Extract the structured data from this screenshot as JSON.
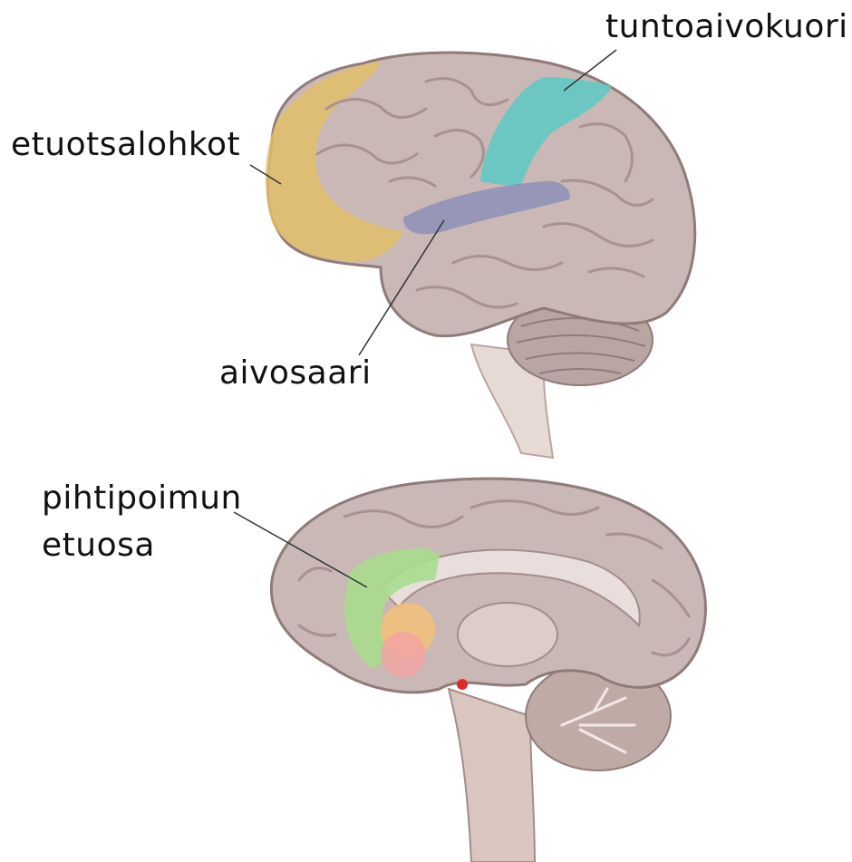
{
  "labels": {
    "somatosensory": "tuntoaivokuori",
    "prefrontal": "etuotsalohkot",
    "insula": "aivosaari",
    "acc_line1": "pihtipoimun",
    "acc_line2": "etuosa"
  },
  "colors": {
    "brain_fill": "#c9b8b6",
    "brain_stroke": "#8f7b79",
    "gyri": "#a8928f",
    "stem": "#e7d9d3",
    "cerebellum": "#b9a5a1",
    "prefrontal_highlight": "#e2bd6a",
    "somatosensory_highlight": "#5cc9c6",
    "insula_highlight": "#8e8fb8",
    "acc_highlight": "#a9dc8e",
    "orange_region": "#f4c07a",
    "pink_region": "#f3a3a3",
    "red_dot": "#e02a2a",
    "leader_line": "#333333",
    "text": "#111111"
  }
}
